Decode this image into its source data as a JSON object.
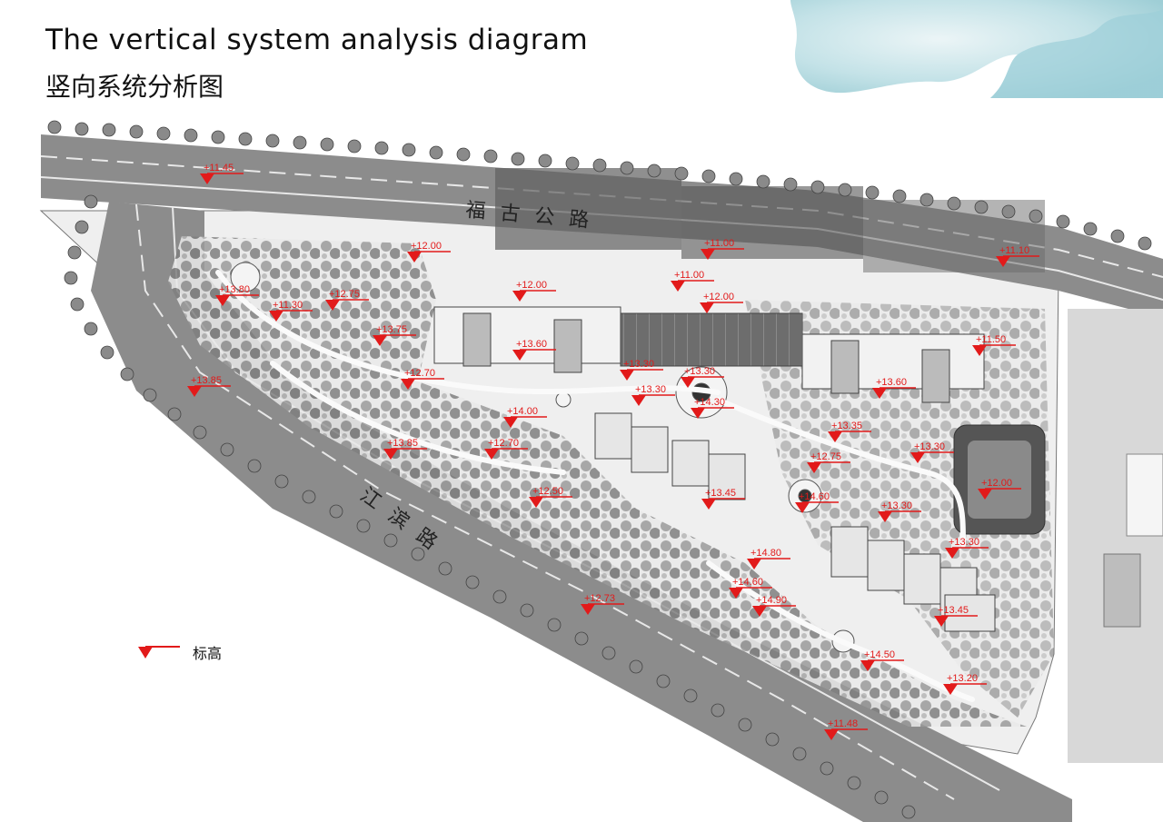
{
  "title_en": "The vertical system analysis diagram",
  "title_zh": "竖向系统分析图",
  "roads": {
    "north": "福古公路",
    "south": "江滨路"
  },
  "legend": {
    "label": "标高",
    "color": "#e21a1a"
  },
  "colors": {
    "marker": "#e21a1a",
    "watercolor": "#9ccfd8"
  },
  "elevation_markers": [
    "+11.45",
    "+12.00",
    "+11.00",
    "+11.10",
    "+13.80",
    "+11.30",
    "+12.75",
    "+11.00",
    "+12.00",
    "+12.00",
    "+13.75",
    "+13.60",
    "+11.50",
    "+13.85",
    "+12.70",
    "+13.30",
    "+13.30",
    "+13.30",
    "+14.30",
    "+13.60",
    "+14.00",
    "+13.35",
    "+13.85",
    "+12.70",
    "+12.75",
    "+13.30",
    "+12.00",
    "+12.50",
    "+13.45",
    "+14.60",
    "+13.30",
    "+13.30",
    "+14.80",
    "+14.60",
    "+14.90",
    "+12.73",
    "+13.45",
    "+14.50",
    "+13.20",
    "+11.48"
  ]
}
